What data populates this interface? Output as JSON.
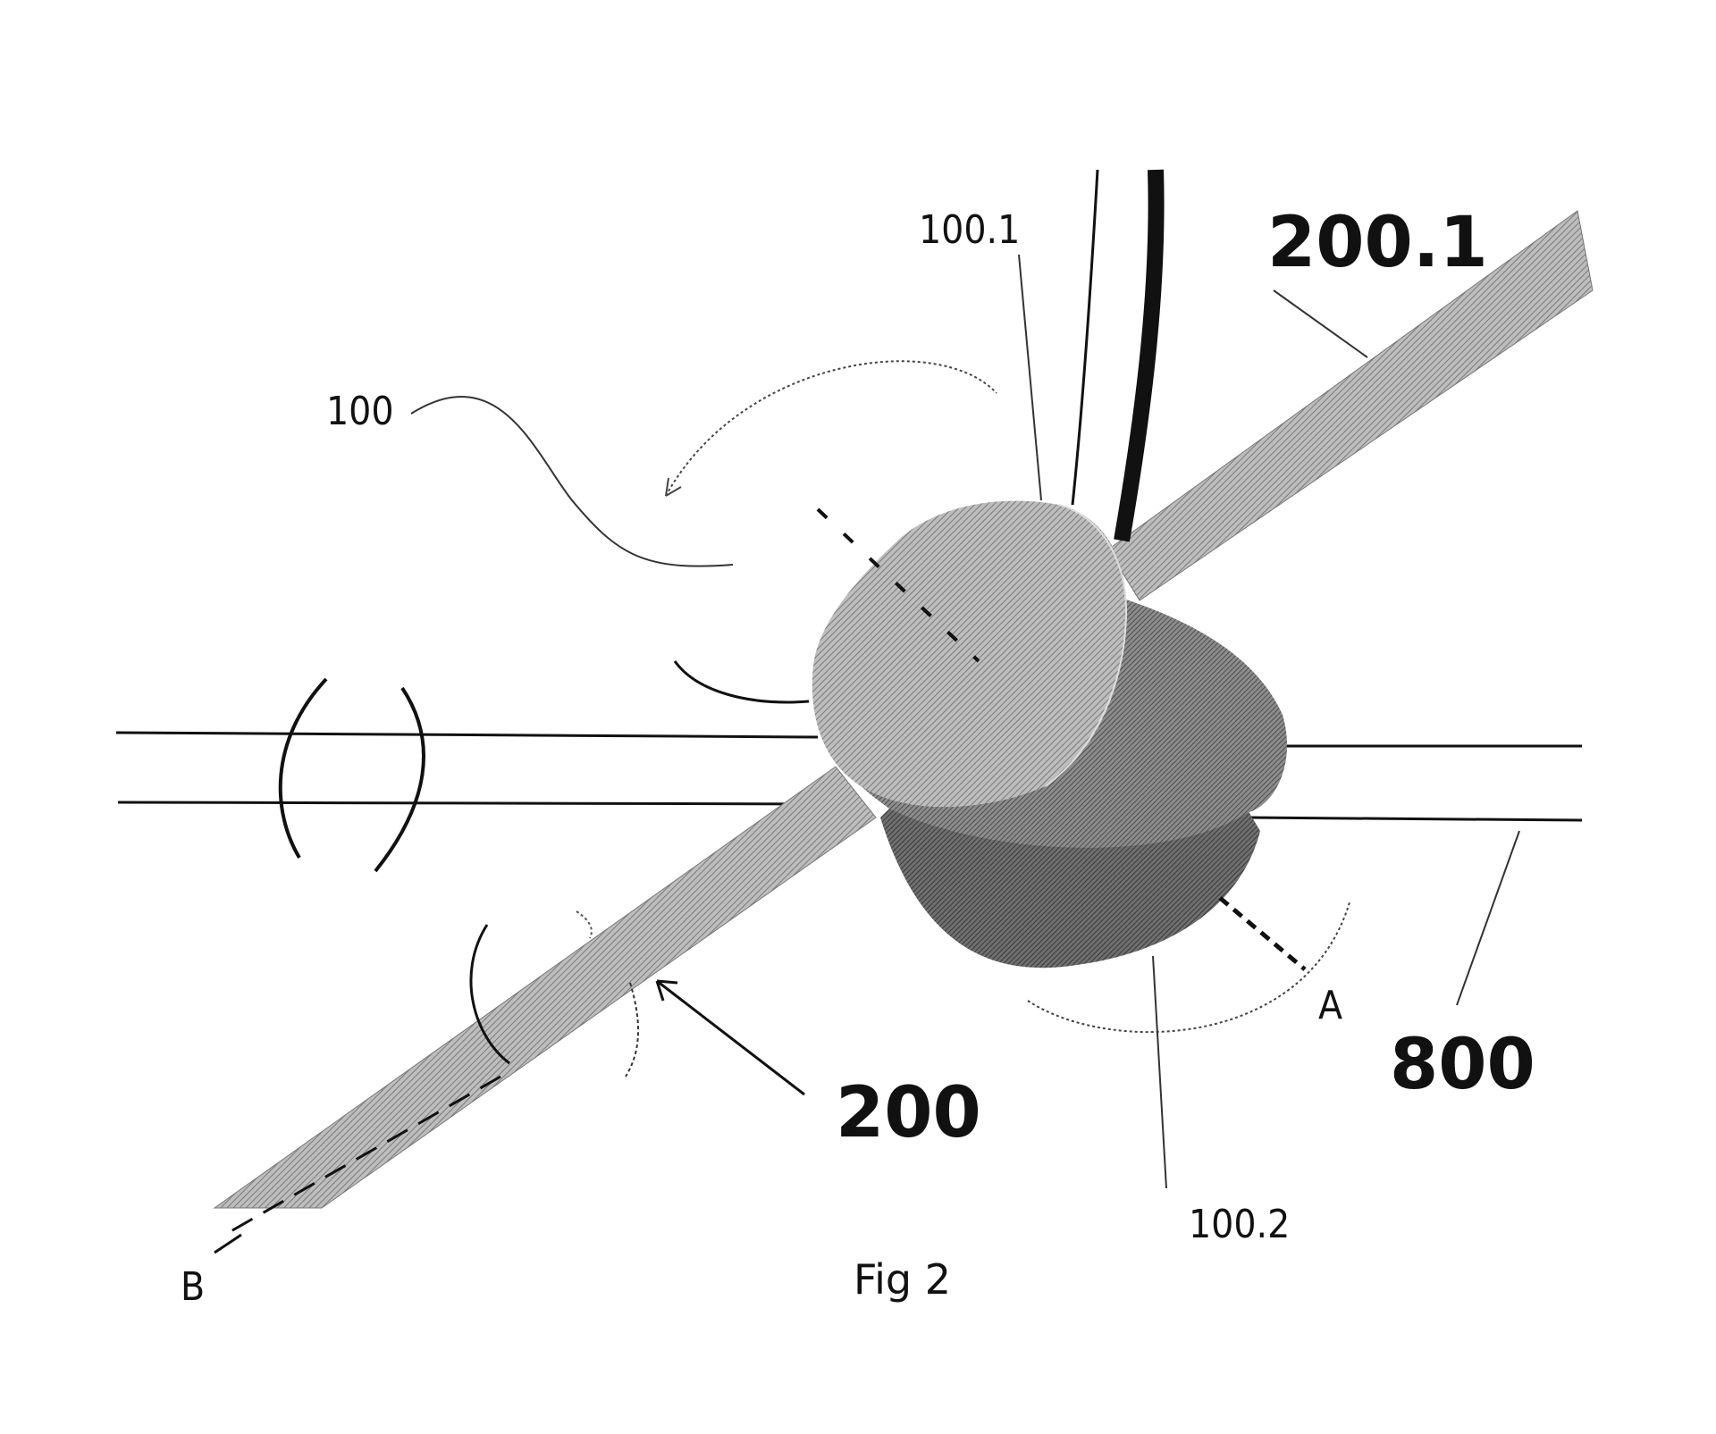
{
  "figure": {
    "caption": "Fig 2",
    "labels": {
      "part_100": "100",
      "part_100_1": "100.1",
      "part_100_2": "100.2",
      "part_200": "200",
      "part_200_1": "200.1",
      "part_800": "800",
      "axis_a": "A",
      "axis_b": "B"
    },
    "colors": {
      "line": "#111111",
      "needle_fill": "#a8a8a8",
      "device_top": "#8a8a8a",
      "device_side": "#6e6e6e",
      "device_bottom": "#5c5c5c",
      "background": "#ffffff"
    }
  }
}
